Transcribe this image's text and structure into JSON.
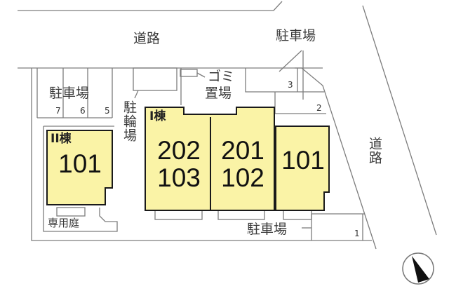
{
  "site_plan": {
    "roads": {
      "north": "道路",
      "east": "道路"
    },
    "parking": {
      "west_label": "駐車場",
      "west_spaces": [
        "7",
        "6",
        "5"
      ],
      "northeast_label": "駐車場",
      "northeast_spaces": [
        "3",
        "2"
      ],
      "south_label": "駐車場",
      "south_spaces": [
        "1"
      ]
    },
    "bicycle_parking": "駐輪場",
    "garbage": "ゴミ置場",
    "garbage_lines": [
      "ゴミ",
      "置場"
    ],
    "private_garden": "専用庭",
    "building_2": {
      "name": "II棟",
      "units": [
        "101"
      ]
    },
    "building_1": {
      "name": "I棟",
      "blocks": [
        {
          "units": [
            "202",
            "103"
          ]
        },
        {
          "units": [
            "201",
            "102"
          ]
        },
        {
          "units": [
            "101"
          ]
        }
      ]
    },
    "compass": "north-arrow-icon",
    "colors": {
      "building_fill": "#FAF3A6",
      "building_border": "#1a1a1a",
      "line": "#8a8a8a"
    }
  }
}
